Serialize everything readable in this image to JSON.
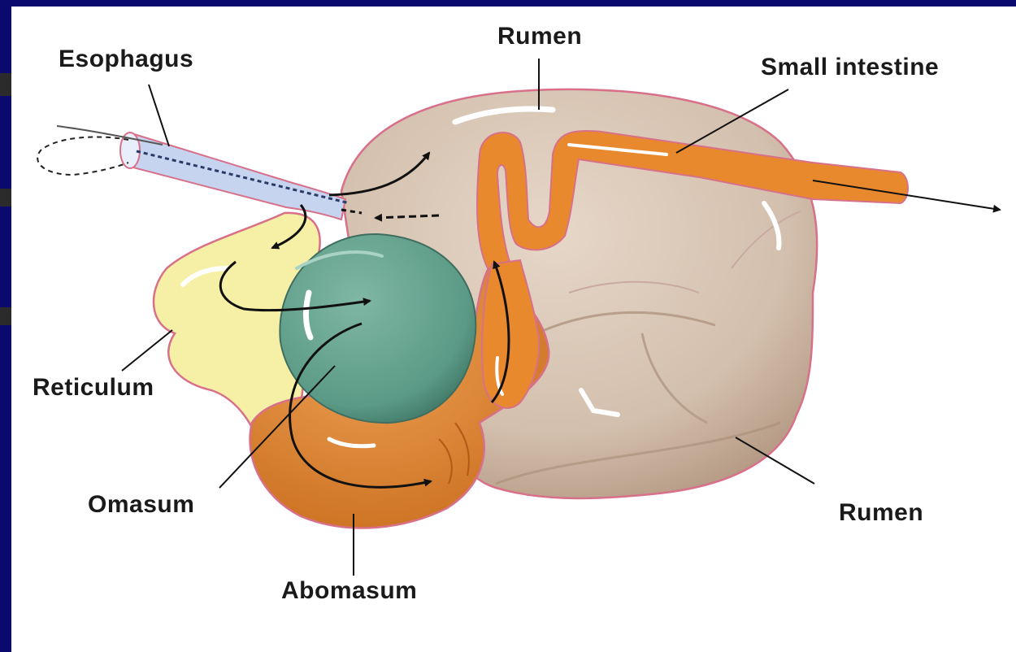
{
  "labels": {
    "esophagus": "Esophagus",
    "rumen_top": "Rumen",
    "small_intestine": "Small intestine",
    "reticulum": "Reticulum",
    "omasum": "Omasum",
    "abomasum": "Abomasum",
    "rumen_bottom": "Rumen"
  },
  "colors": {
    "background": "#0a0a6e",
    "rumen": "#d9c8b8",
    "reticulum": "#f6f0a6",
    "omasum": "#5f9e8a",
    "abomasum": "#e8892e",
    "esophagus": "#c6d4f0",
    "outline": "#d8708a"
  }
}
